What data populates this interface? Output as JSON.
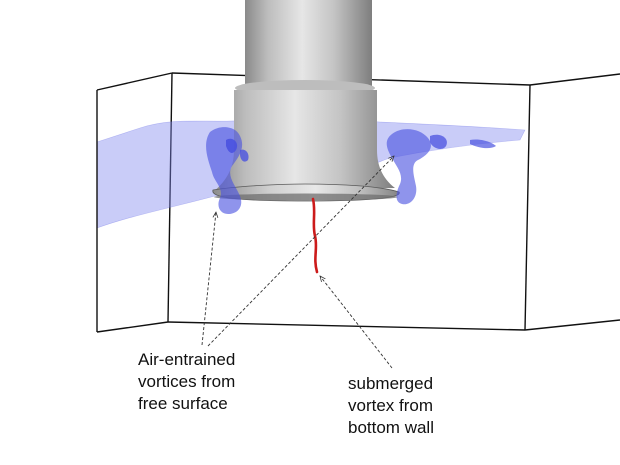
{
  "labels": {
    "free_surface_vortices": [
      "Air-entrained",
      "vortices from",
      "free surface"
    ],
    "submerged_vortex": [
      "submerged",
      "vortex from",
      "bottom wall"
    ]
  },
  "colors": {
    "background": "#ffffff",
    "free_surface": "#7f86ee",
    "air_entrained_vortex": "#4a52e0",
    "submerged_vortex": "#cc1b1b",
    "pipe_light": "#e2e2e2",
    "pipe_dark": "#7a7a7a",
    "domain_edges": "#111111",
    "annotation_arrows": "#333333"
  }
}
